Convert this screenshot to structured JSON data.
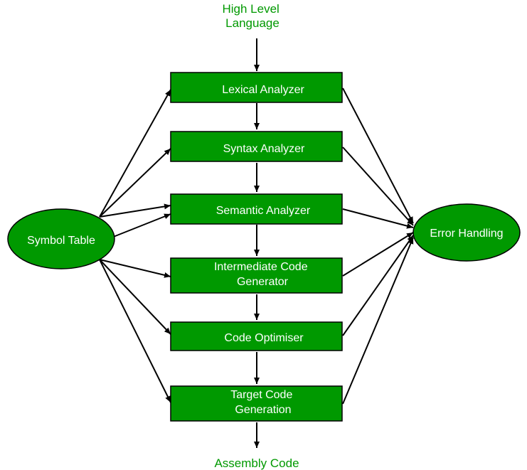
{
  "input_label": [
    "High Level",
    "Language"
  ],
  "output_label": "Assembly Code",
  "symbol_table": "Symbol Table",
  "error_handling": "Error Handling",
  "stages": [
    [
      "Lexical Analyzer"
    ],
    [
      "Syntax Analyzer"
    ],
    [
      "Semantic Analyzer"
    ],
    [
      "Intermediate Code",
      "Generator"
    ],
    [
      "Code Optimiser"
    ],
    [
      "Target Code",
      "Generation"
    ]
  ],
  "colors": {
    "box_fill": "#009900",
    "label_text": "#009900",
    "box_text": "#ffffff",
    "stroke": "#000000"
  }
}
